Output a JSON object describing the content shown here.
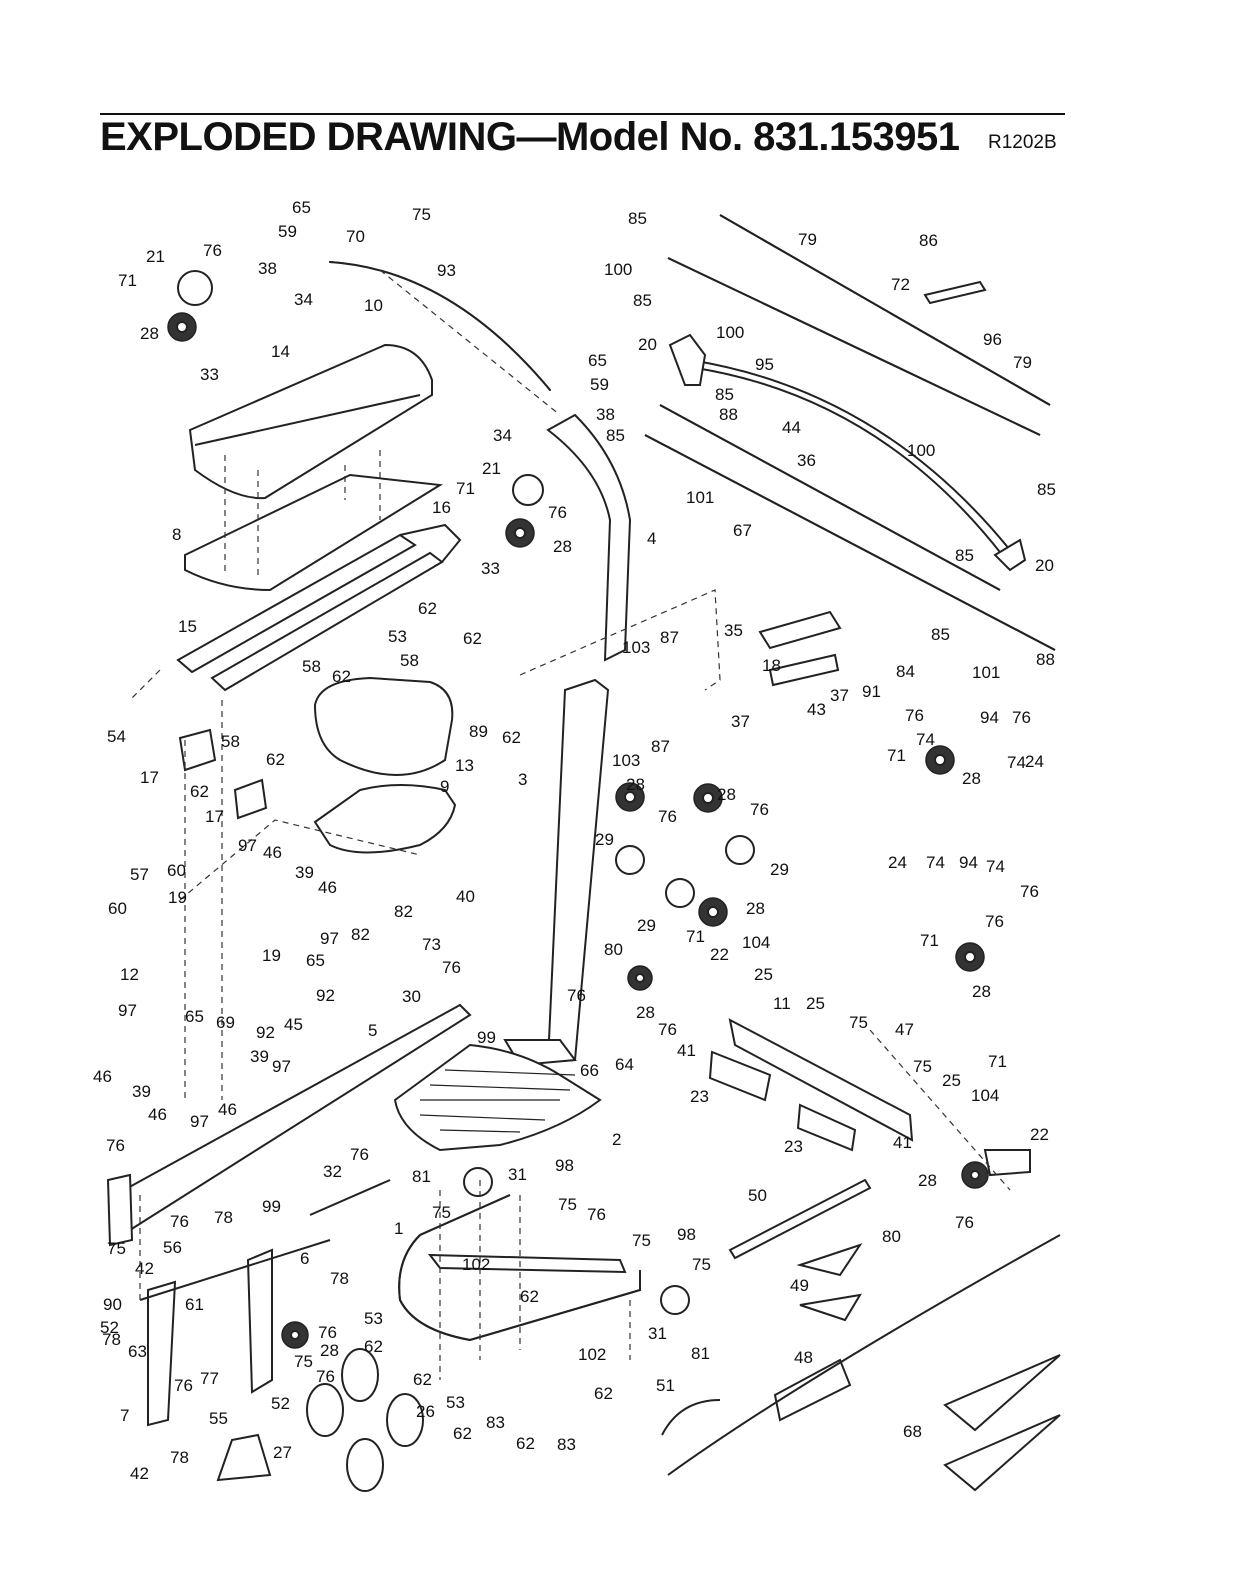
{
  "header": {
    "title": "EXPLODED DRAWING—Model No. 831.153951",
    "code": "R1202B"
  },
  "diagram": {
    "part_labels": [
      "1",
      "2",
      "3",
      "4",
      "5",
      "6",
      "7",
      "8",
      "9",
      "10",
      "11",
      "12",
      "13",
      "14",
      "15",
      "16",
      "17",
      "18",
      "19",
      "20",
      "21",
      "22",
      "23",
      "24",
      "25",
      "26",
      "27",
      "28",
      "29",
      "30",
      "31",
      "32",
      "33",
      "34",
      "35",
      "36",
      "37",
      "38",
      "39",
      "40",
      "41",
      "42",
      "43",
      "44",
      "45",
      "46",
      "47",
      "48",
      "49",
      "50",
      "51",
      "52",
      "53",
      "54",
      "55",
      "56",
      "57",
      "58",
      "59",
      "60",
      "61",
      "62",
      "63",
      "64",
      "65",
      "66",
      "67",
      "68",
      "69",
      "70",
      "71",
      "72",
      "73",
      "74",
      "75",
      "76",
      "77",
      "78",
      "79",
      "80",
      "81",
      "82",
      "83",
      "84",
      "85",
      "86",
      "87",
      "88",
      "89",
      "90",
      "91",
      "92",
      "93",
      "94",
      "95",
      "96",
      "97",
      "98",
      "99",
      "100",
      "101",
      "102",
      "103",
      "104"
    ]
  }
}
